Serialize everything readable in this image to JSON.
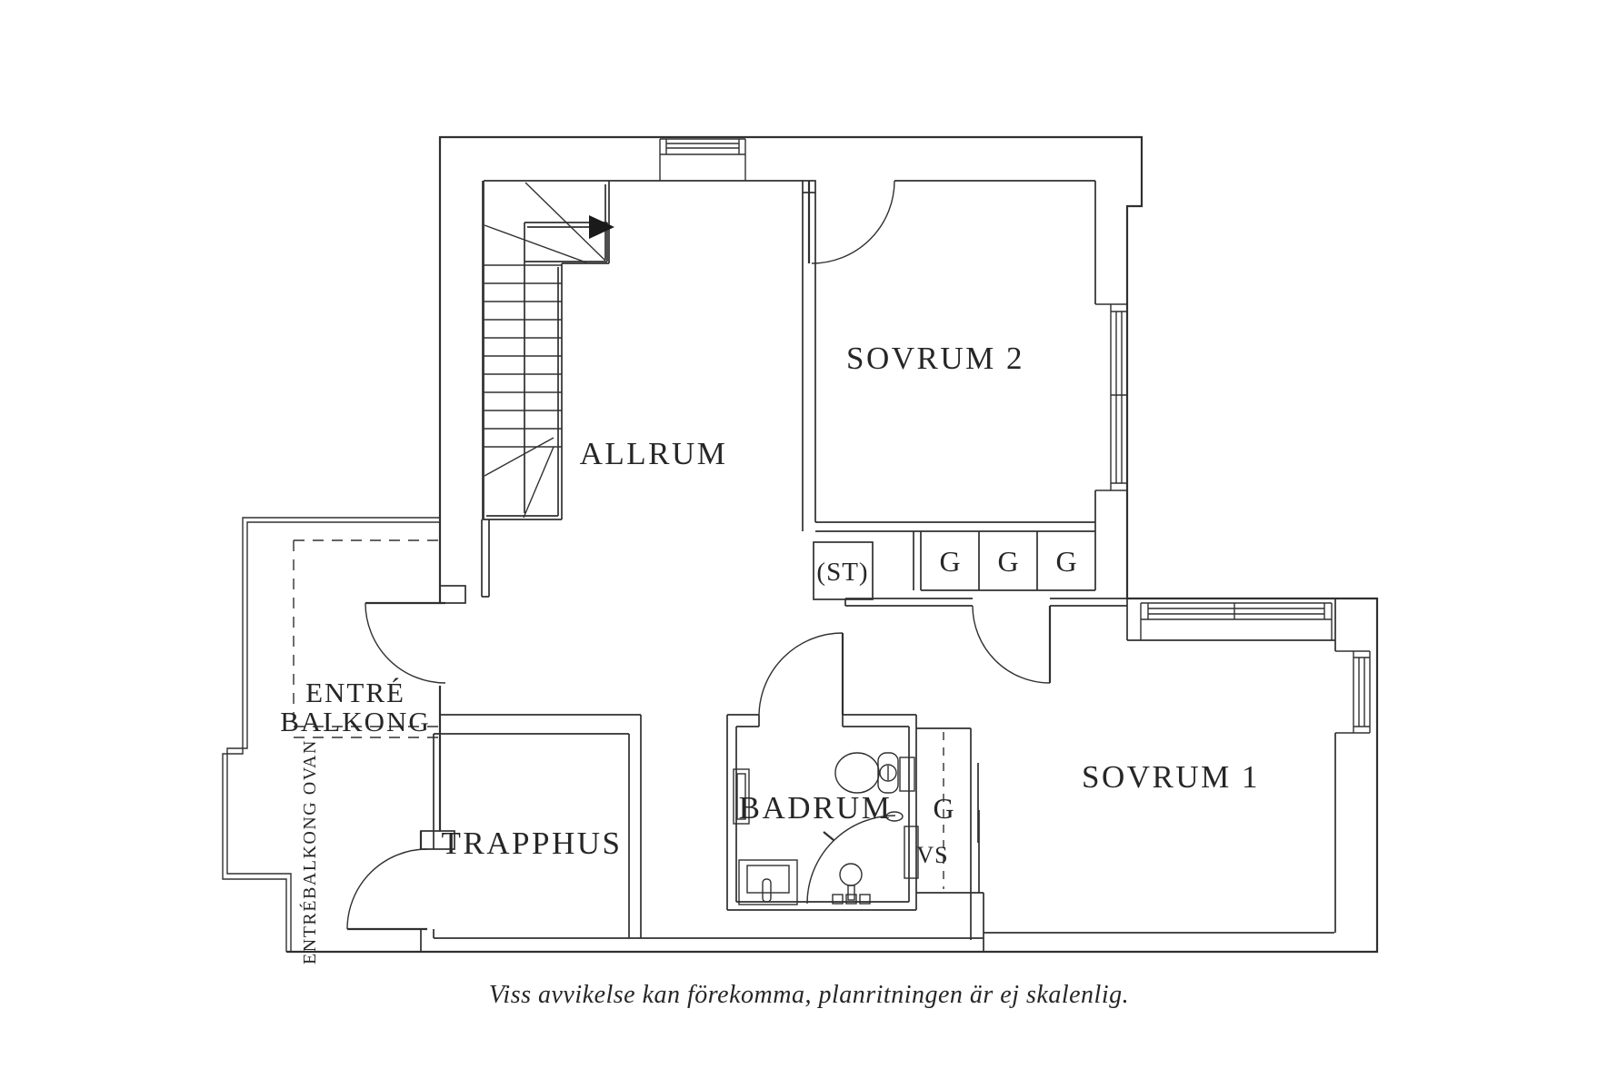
{
  "page": {
    "background": "#ffffff",
    "line_color": "#303030",
    "text_color": "#262626"
  },
  "floorplan": {
    "rooms": [
      {
        "id": "allrum",
        "label": "ALLRUM"
      },
      {
        "id": "sovrum2",
        "label": "SOVRUM 2"
      },
      {
        "id": "sovrum1",
        "label": "SOVRUM 1"
      },
      {
        "id": "trapphus",
        "label": "TRAPPHUS"
      },
      {
        "id": "badrum",
        "label": "BADRUM"
      }
    ],
    "entre_balkong": {
      "line1": "ENTRÉ",
      "line2": "BALKONG"
    },
    "closets": {
      "st": "(ST)",
      "g_row": [
        "G",
        "G",
        "G"
      ],
      "g_bedroom": "G",
      "vs": "VS"
    },
    "balcony_note": "ENTRÉBALKONG OVAN",
    "caption": "Viss avvikelse kan förekomma, planritningen är ej skalenlig."
  }
}
